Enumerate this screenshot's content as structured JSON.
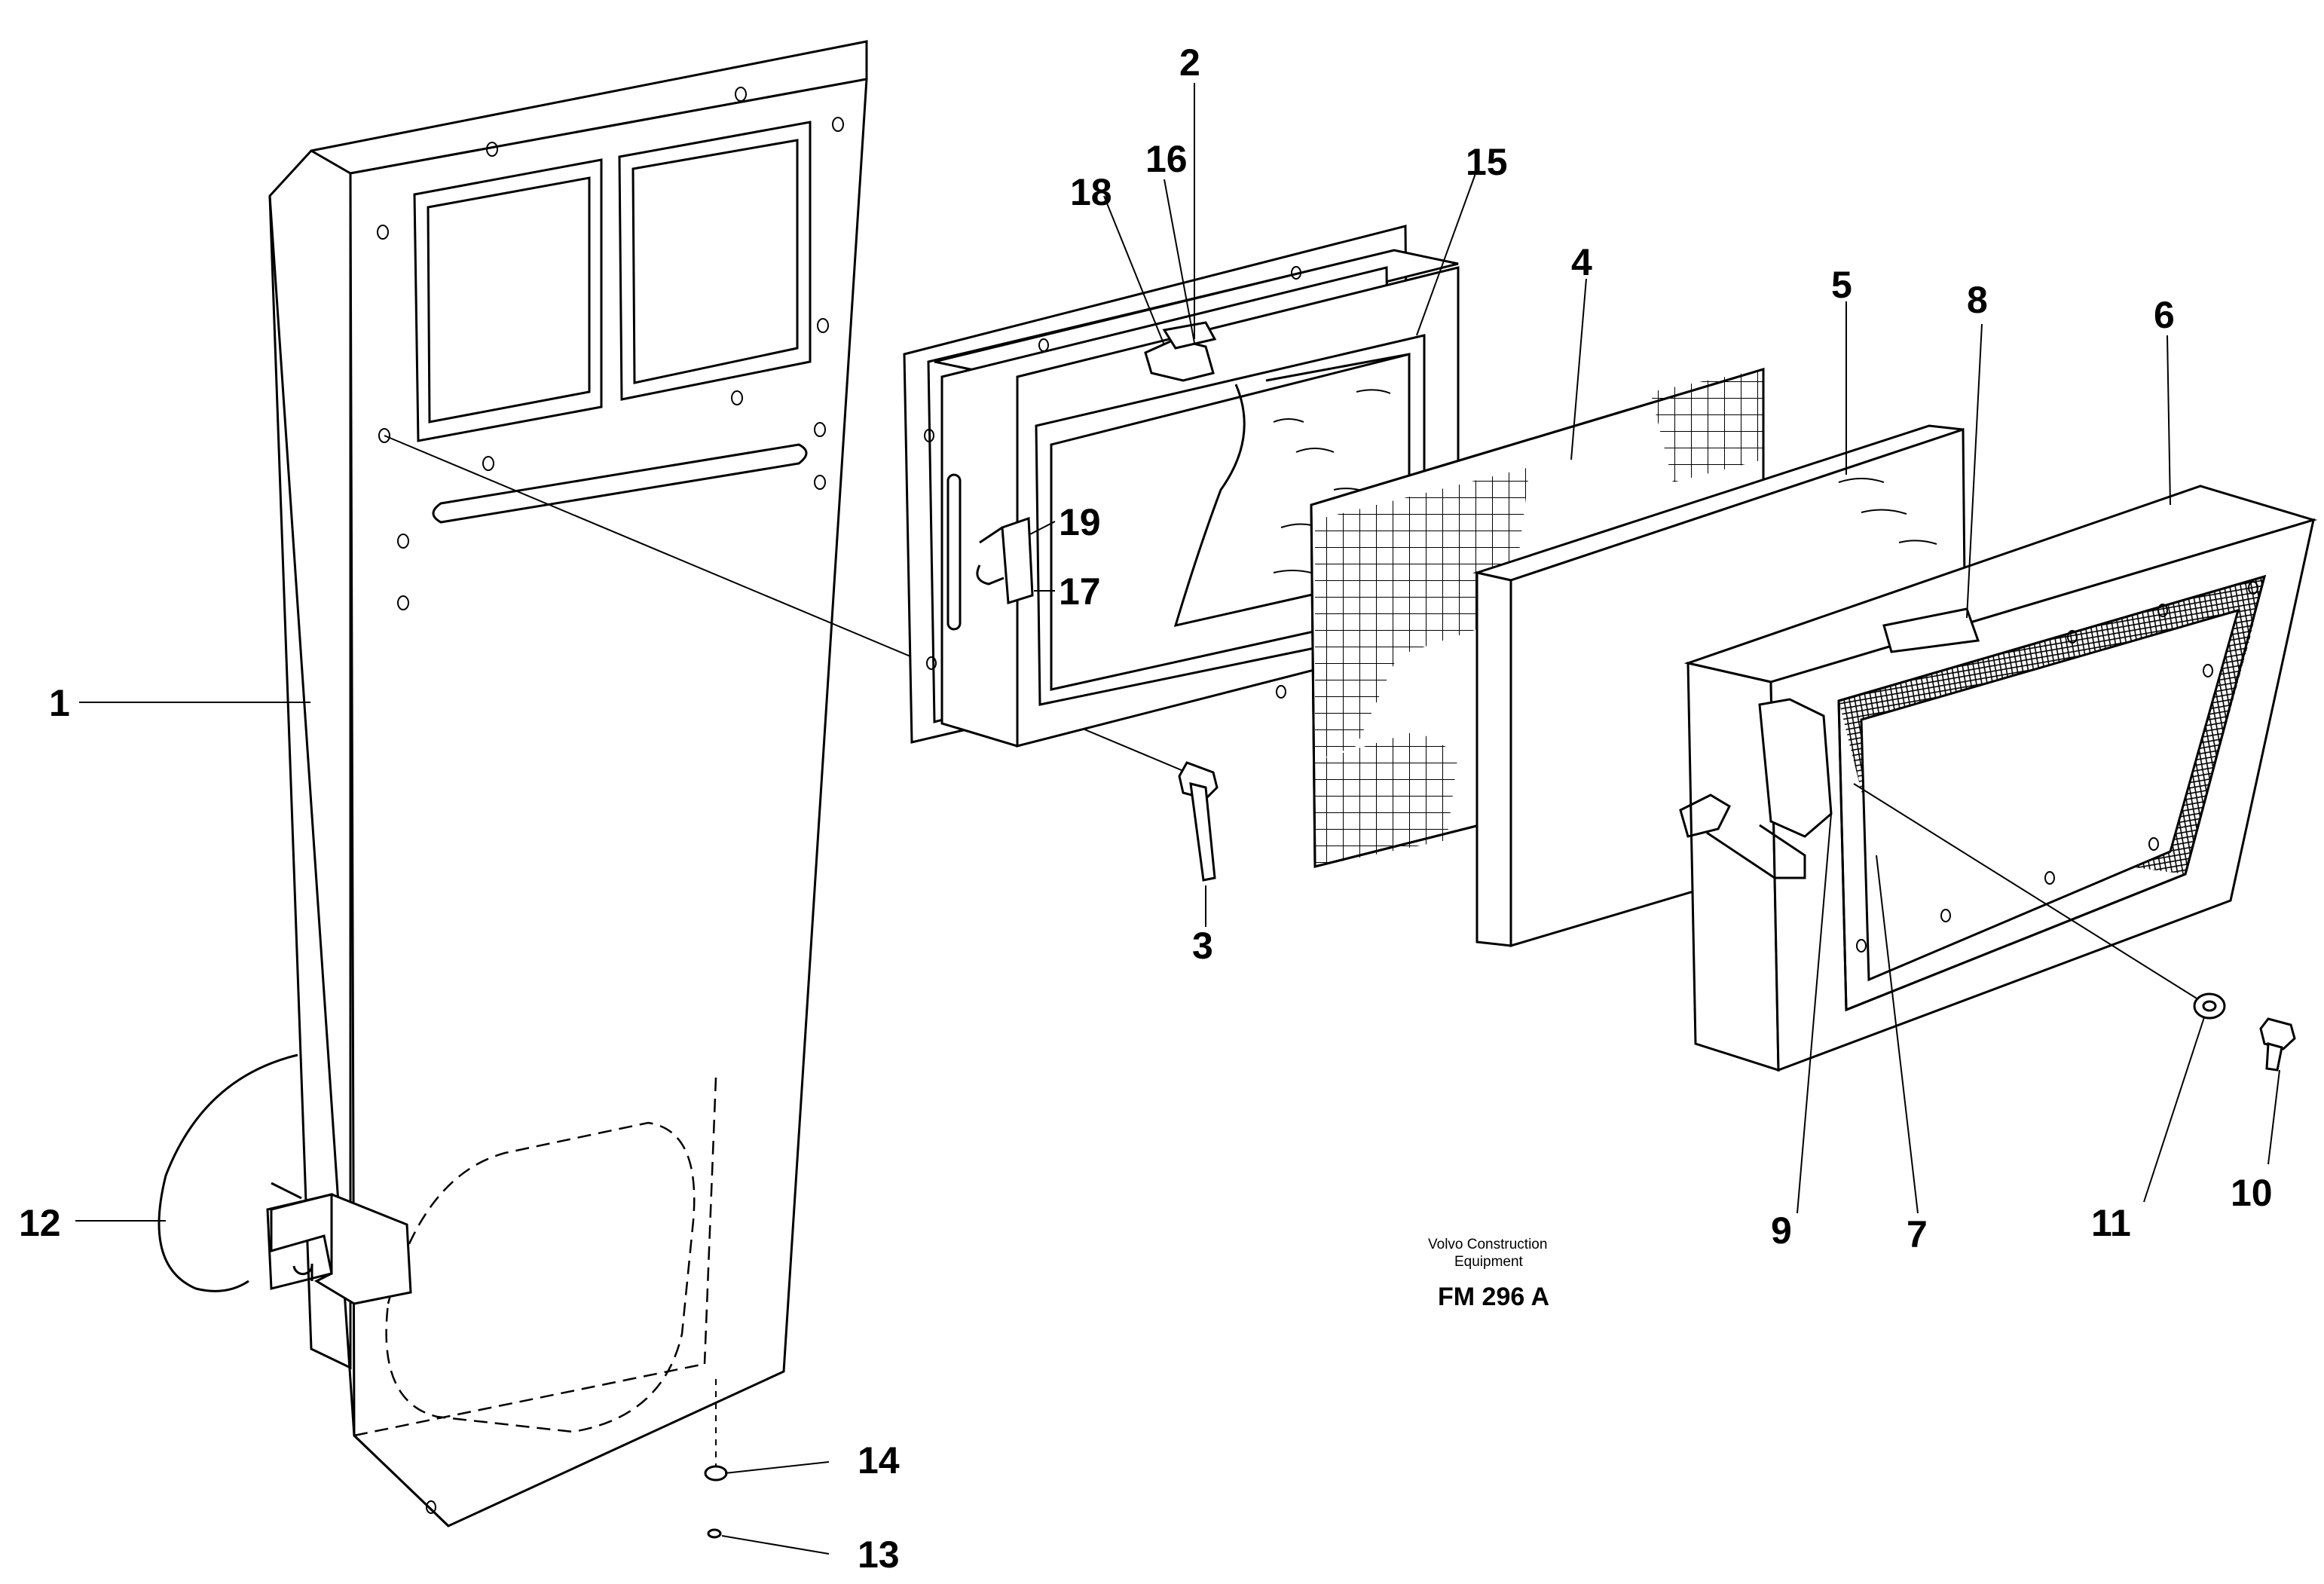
{
  "diagram": {
    "callouts": [
      {
        "id": "1",
        "label": "1"
      },
      {
        "id": "2",
        "label": "2"
      },
      {
        "id": "3",
        "label": "3"
      },
      {
        "id": "4",
        "label": "4"
      },
      {
        "id": "5",
        "label": "5"
      },
      {
        "id": "6",
        "label": "6"
      },
      {
        "id": "7",
        "label": "7"
      },
      {
        "id": "8",
        "label": "8"
      },
      {
        "id": "9",
        "label": "9"
      },
      {
        "id": "10",
        "label": "10"
      },
      {
        "id": "11",
        "label": "11"
      },
      {
        "id": "12",
        "label": "12"
      },
      {
        "id": "13",
        "label": "13"
      },
      {
        "id": "14",
        "label": "14"
      },
      {
        "id": "15",
        "label": "15"
      },
      {
        "id": "16",
        "label": "16"
      },
      {
        "id": "17",
        "label": "17"
      },
      {
        "id": "18",
        "label": "18"
      },
      {
        "id": "19",
        "label": "19"
      }
    ],
    "caption": {
      "company_line1": "Volvo Construction",
      "company_line2": "Equipment",
      "figure_code": "FM 296 A"
    }
  }
}
